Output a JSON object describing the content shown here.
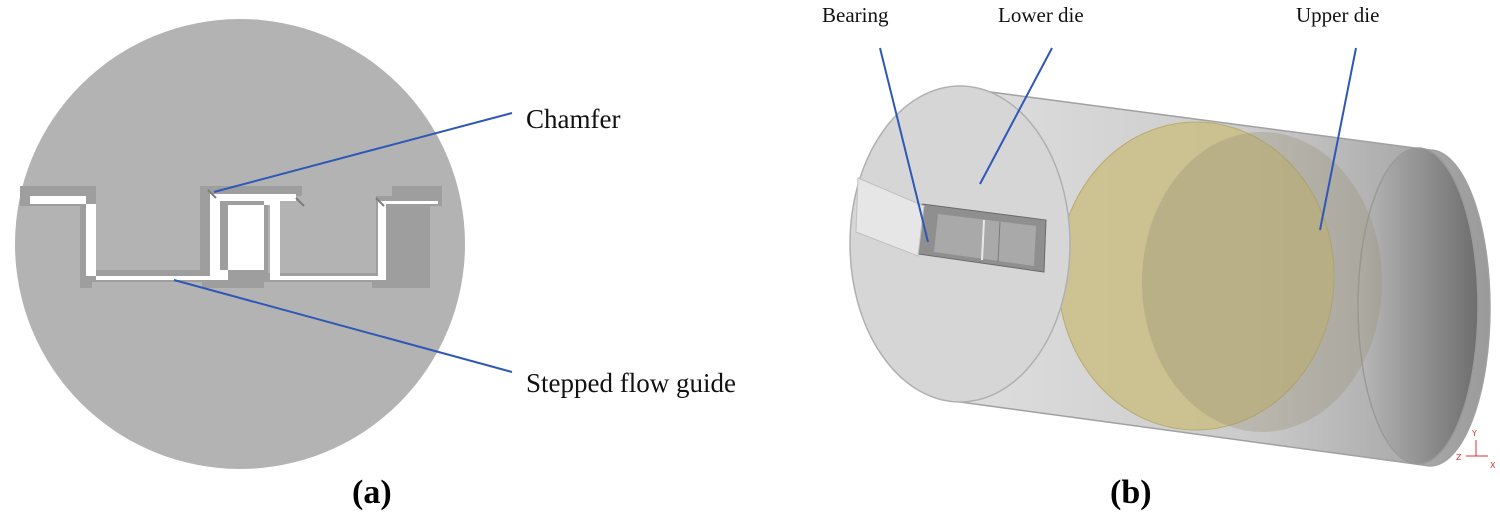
{
  "panel_a": {
    "labels": {
      "chamfer": "Chamfer",
      "stepped_flow_guide": "Stepped flow guide"
    },
    "caption": "(a)",
    "colors": {
      "die_face": "#b3b3b3",
      "pocket": "#9c9c9c",
      "slot": "#ffffff",
      "leader": "#2f57b8"
    }
  },
  "panel_b": {
    "labels": {
      "bearing": "Bearing",
      "lower_die": "Lower die",
      "upper_die": "Upper die"
    },
    "caption": "(b)",
    "axis": {
      "y": "Y",
      "z": "Z",
      "x": "X"
    },
    "colors": {
      "cylinder_body": "#cfcfcf",
      "end_face": "#d8d8d8",
      "upper_die_disc": "#c8bd84",
      "interior": "#8a8a8a",
      "leader": "#2f57b8",
      "axis": "#e03030"
    }
  }
}
